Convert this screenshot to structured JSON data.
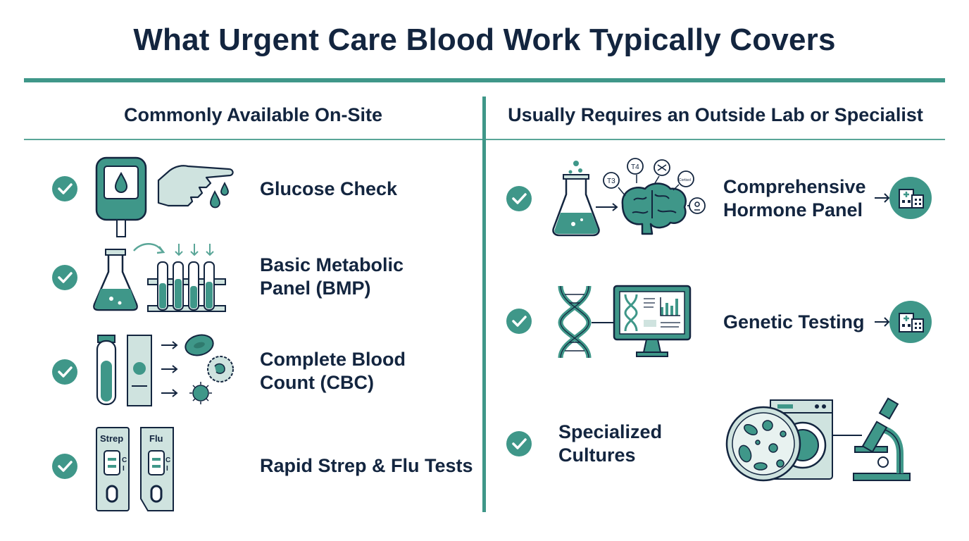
{
  "title": "What Urgent Care Blood Work Typically Covers",
  "colors": {
    "teal": "#3f9789",
    "teal_light": "#cfe3df",
    "navy": "#13253f"
  },
  "left_column": {
    "heading": "Commonly Available On-Site",
    "items": [
      {
        "lines": [
          "Glucose Check"
        ],
        "icon": "glucose-meter-icon"
      },
      {
        "lines": [
          "Basic Metabolic",
          "Panel (BMP)"
        ],
        "icon": "flask-test-tubes-icon"
      },
      {
        "lines": [
          "Complete Blood",
          "Count (CBC)"
        ],
        "icon": "blood-cells-icon"
      },
      {
        "lines": [
          "Rapid Strep & Flu Tests"
        ],
        "icon": "rapid-test-kits-icon"
      }
    ],
    "kit_labels": {
      "strep": "Strep",
      "flu": "Flu",
      "control": "C",
      "test": "I"
    }
  },
  "right_column": {
    "heading": "Usually Requires an Outside Lab or Specialist",
    "items": [
      {
        "lines": [
          "Comprehensive",
          "Hormone Panel"
        ],
        "icon": "flask-brain-icon",
        "referral": true
      },
      {
        "lines": [
          "Genetic Testing"
        ],
        "icon": "dna-monitor-icon",
        "referral": true
      },
      {
        "lines": [
          "Specialized",
          "Cultures"
        ],
        "icon": "culture-microscope-icon",
        "referral": false
      }
    ],
    "hormone_labels": {
      "t3": "T3",
      "t4": "T4",
      "other": "Cortisol"
    }
  }
}
